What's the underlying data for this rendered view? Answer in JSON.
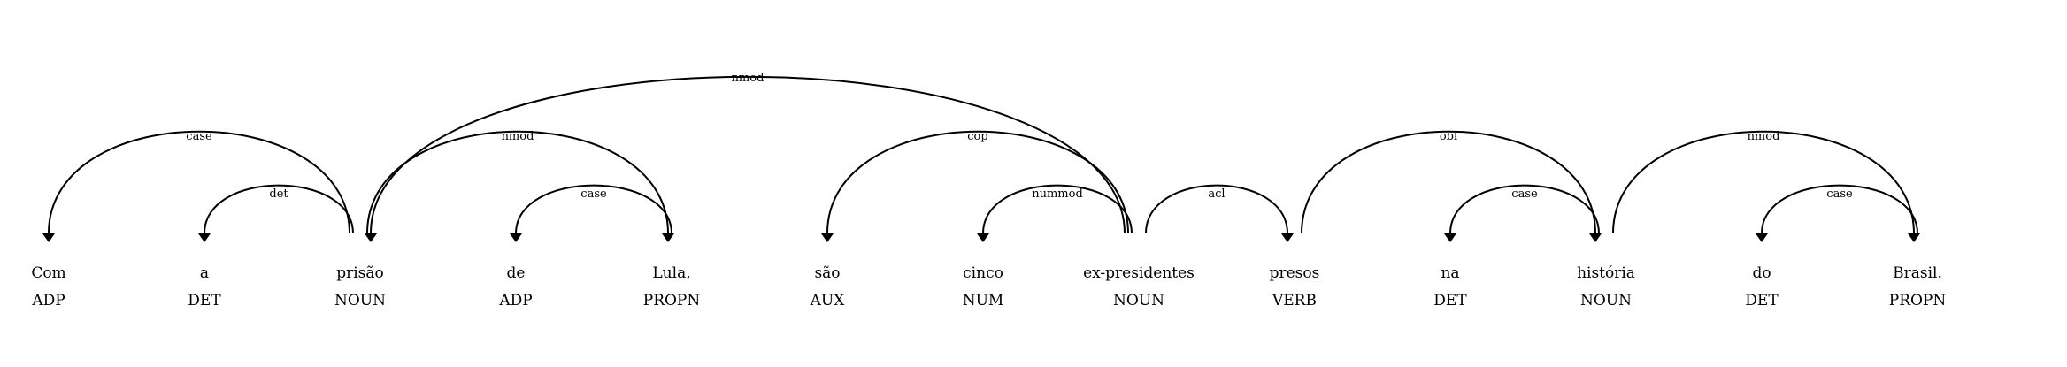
{
  "tokens": [
    {
      "word": "Com",
      "pos": "ADP"
    },
    {
      "word": "a",
      "pos": "DET"
    },
    {
      "word": "prisão",
      "pos": "NOUN"
    },
    {
      "word": "de",
      "pos": "ADP"
    },
    {
      "word": "Lula,",
      "pos": "PROPN"
    },
    {
      "word": "são",
      "pos": "AUX"
    },
    {
      "word": "cinco",
      "pos": "NUM"
    },
    {
      "word": "ex-presidentes",
      "pos": "NOUN"
    },
    {
      "word": "presos",
      "pos": "VERB"
    },
    {
      "word": "na",
      "pos": "DET"
    },
    {
      "word": "história",
      "pos": "NOUN"
    },
    {
      "word": "do",
      "pos": "DET"
    },
    {
      "word": "Brasil.",
      "pos": "PROPN"
    }
  ],
  "arcs": [
    {
      "label": "case",
      "from": 2,
      "to": 0
    },
    {
      "label": "det",
      "from": 2,
      "to": 1
    },
    {
      "label": "nmod",
      "from": 2,
      "to": 4
    },
    {
      "label": "case",
      "from": 4,
      "to": 3
    },
    {
      "label": "nmod",
      "from": 7,
      "to": 2
    },
    {
      "label": "cop",
      "from": 7,
      "to": 5
    },
    {
      "label": "nummod",
      "from": 7,
      "to": 6
    },
    {
      "label": "acl",
      "from": 7,
      "to": 8
    },
    {
      "label": "obl",
      "from": 8,
      "to": 10
    },
    {
      "label": "case",
      "from": 10,
      "to": 9
    },
    {
      "label": "nmod",
      "from": 10,
      "to": 12
    },
    {
      "label": "case",
      "from": 12,
      "to": 11
    }
  ]
}
